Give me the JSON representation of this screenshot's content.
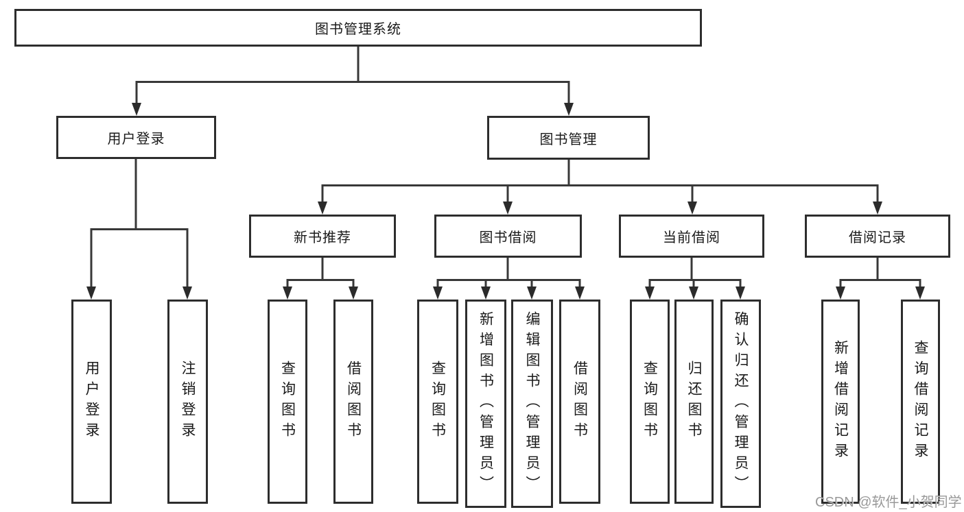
{
  "diagram": {
    "type": "tree-diagram",
    "watermark": "CSDN @软件_小贺同学",
    "colors": {
      "line": "#383838",
      "border": "#2d2d2d",
      "text": "#1a1a1a",
      "watermark": "#949494",
      "background": "#ffffff"
    },
    "nodes": {
      "root": {
        "label": "图书管理系统"
      },
      "user_login": {
        "label": "用户登录"
      },
      "book_mgmt": {
        "label": "图书管理"
      },
      "new_book_rec": {
        "label": "新书推荐"
      },
      "book_borrow": {
        "label": "图书借阅"
      },
      "current_borrow": {
        "label": "当前借阅"
      },
      "borrow_record": {
        "label": "借阅记录"
      },
      "v_user_login": {
        "label": "用户登录"
      },
      "v_logout": {
        "label": "注销登录"
      },
      "v_query_book_rec": {
        "label": "查询图书"
      },
      "v_borrow_book_rec": {
        "label": "借阅图书"
      },
      "v_query_book_bor": {
        "label": "查询图书"
      },
      "v_add_book": {
        "label": "新增图书（管理员）"
      },
      "v_edit_book": {
        "label": "编辑图书（管理员）"
      },
      "v_borrow_book_bor": {
        "label": "借阅图书"
      },
      "v_query_book_cur": {
        "label": "查询图书"
      },
      "v_return_book": {
        "label": "归还图书"
      },
      "v_confirm_return": {
        "label": "确认归还（管理员）"
      },
      "v_add_record": {
        "label": "新增借阅记录"
      },
      "v_query_record": {
        "label": "查询借阅记录"
      }
    },
    "edges": [
      [
        "root",
        "user_login"
      ],
      [
        "root",
        "book_mgmt"
      ],
      [
        "user_login",
        "v_user_login"
      ],
      [
        "user_login",
        "v_logout"
      ],
      [
        "book_mgmt",
        "new_book_rec"
      ],
      [
        "book_mgmt",
        "book_borrow"
      ],
      [
        "book_mgmt",
        "current_borrow"
      ],
      [
        "book_mgmt",
        "borrow_record"
      ],
      [
        "new_book_rec",
        "v_query_book_rec"
      ],
      [
        "new_book_rec",
        "v_borrow_book_rec"
      ],
      [
        "book_borrow",
        "v_query_book_bor"
      ],
      [
        "book_borrow",
        "v_add_book"
      ],
      [
        "book_borrow",
        "v_edit_book"
      ],
      [
        "book_borrow",
        "v_borrow_book_bor"
      ],
      [
        "current_borrow",
        "v_query_book_cur"
      ],
      [
        "current_borrow",
        "v_return_book"
      ],
      [
        "current_borrow",
        "v_confirm_return"
      ],
      [
        "borrow_record",
        "v_add_record"
      ],
      [
        "borrow_record",
        "v_query_record"
      ]
    ]
  }
}
